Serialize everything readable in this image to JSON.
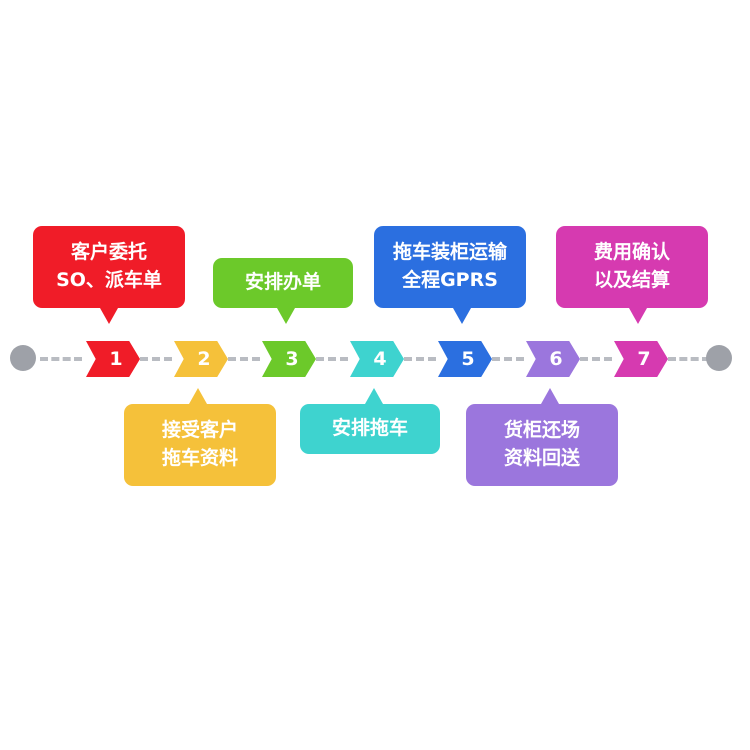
{
  "diagram": {
    "title_visible": false,
    "colors": {
      "track_dash": "#b9bcc2",
      "endcap": "#9ea1a8",
      "step1": "#f01c28",
      "step2": "#f5c13a",
      "step3": "#6cc92a",
      "step4": "#3ed3cf",
      "step5": "#2b6fe0",
      "step6": "#9b76dd",
      "step7": "#d63ab0"
    },
    "steps": [
      {
        "number": "1",
        "color": "#f01c28",
        "position": "above"
      },
      {
        "number": "2",
        "color": "#f5c13a",
        "position": "below"
      },
      {
        "number": "3",
        "color": "#6cc92a",
        "position": "above"
      },
      {
        "number": "4",
        "color": "#3ed3cf",
        "position": "below"
      },
      {
        "number": "5",
        "color": "#2b6fe0",
        "position": "above"
      },
      {
        "number": "6",
        "color": "#9b76dd",
        "position": "below"
      },
      {
        "number": "7",
        "color": "#d63ab0",
        "position": "above"
      }
    ],
    "bubbles": [
      {
        "step": "1",
        "color": "#f01c28",
        "side": "above",
        "lines": [
          "客户委托",
          "SO、派车单"
        ]
      },
      {
        "step": "2",
        "color": "#f5c13a",
        "side": "below",
        "lines": [
          "接受客户",
          "拖车资料"
        ]
      },
      {
        "step": "3",
        "color": "#6cc92a",
        "side": "above",
        "lines": [
          "安排办单"
        ]
      },
      {
        "step": "4",
        "color": "#3ed3cf",
        "side": "below",
        "lines": [
          "安排拖车"
        ]
      },
      {
        "step": "5",
        "color": "#2b6fe0",
        "side": "above",
        "lines": [
          "拖车装柜运输",
          "全程GPRS"
        ]
      },
      {
        "step": "6",
        "color": "#9b76dd",
        "side": "below",
        "lines": [
          "货柜还场",
          "资料回送"
        ]
      },
      {
        "step": "7",
        "color": "#d63ab0",
        "side": "above",
        "lines": [
          "费用确认",
          "以及结算"
        ]
      }
    ]
  }
}
